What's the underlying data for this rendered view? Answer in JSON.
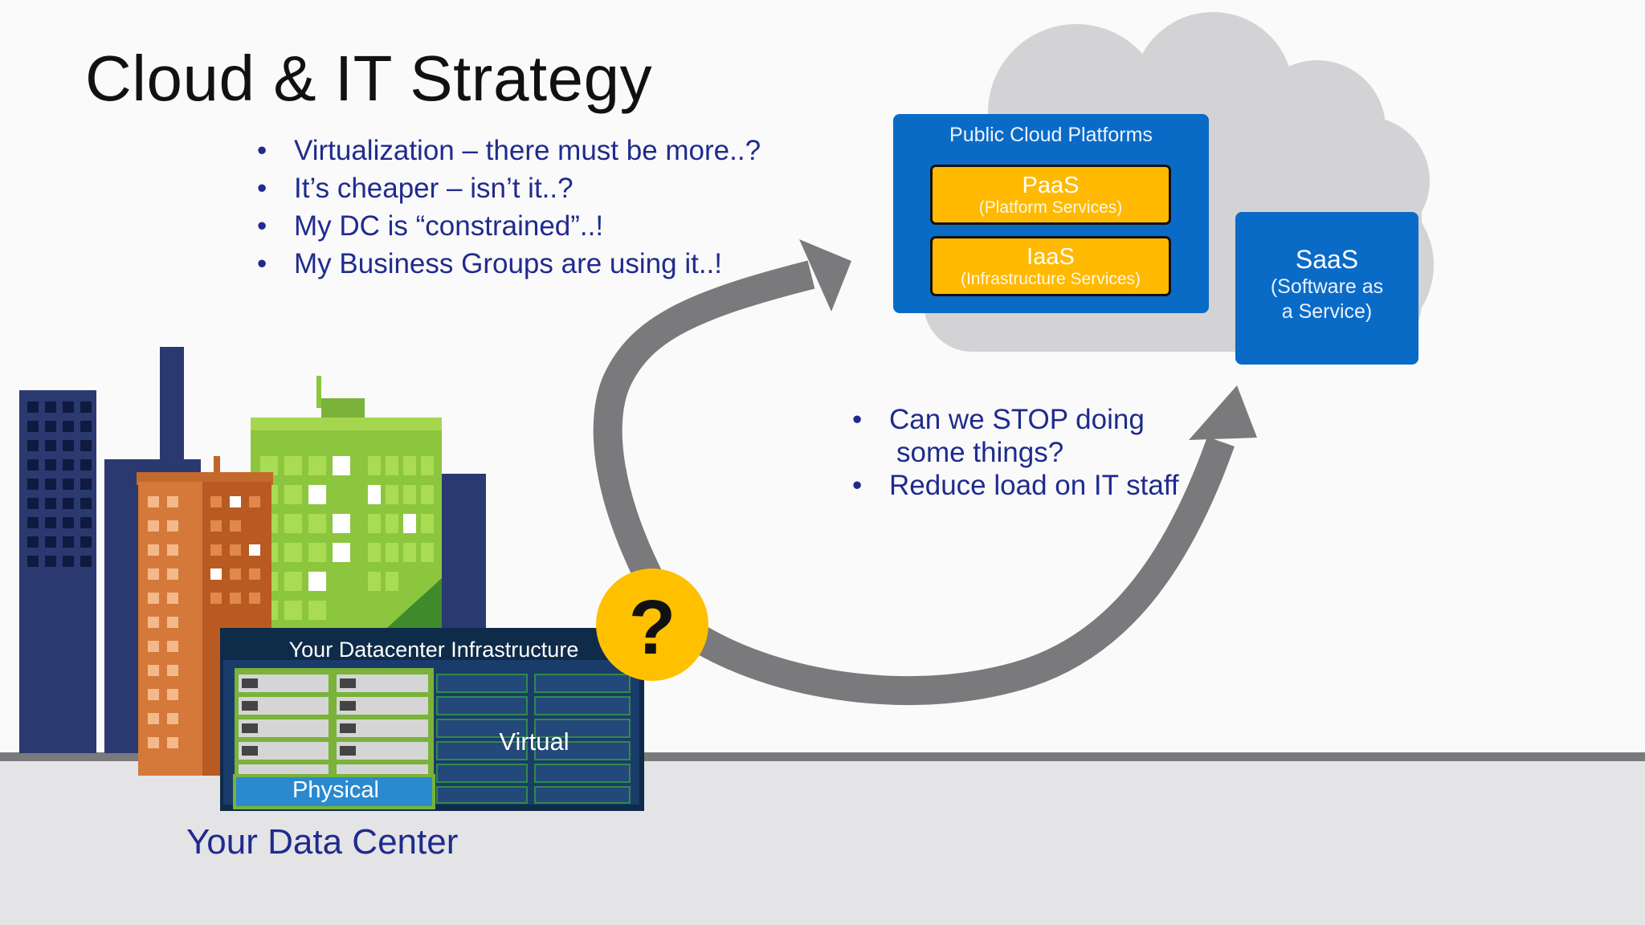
{
  "slide": {
    "title": "Cloud & IT Strategy",
    "top_bullets": [
      "Virtualization – there must be more..?",
      "It’s cheaper – isn’t it..?",
      "My DC is “constrained”..!",
      "My Business Groups are using it..!"
    ],
    "middle_bullets": [
      "Can we STOP doing",
      "some things?",
      "Reduce load on IT staff"
    ],
    "public_cloud": {
      "title": "Public Cloud Platforms",
      "paas": {
        "name": "PaaS",
        "desc": "(Platform Services)"
      },
      "iaas": {
        "name": "IaaS",
        "desc": "(Infrastructure Services)"
      }
    },
    "saas": {
      "name": "SaaS",
      "desc_line1": "(Software as",
      "desc_line2": "a Service)"
    },
    "datacenter": {
      "infra_label": "Your Datacenter Infrastructure",
      "virtual_label": "Virtual",
      "physical_label": "Physical",
      "caption": "Your Data Center"
    },
    "question_mark": "?"
  },
  "colors": {
    "text_blue": "#1f2b8e",
    "cloud_blue": "#0a6bc7",
    "service_yellow": "#ffb901",
    "arrow_gray": "#7a7a7c",
    "cloud_gray": "#d3d3d5"
  }
}
